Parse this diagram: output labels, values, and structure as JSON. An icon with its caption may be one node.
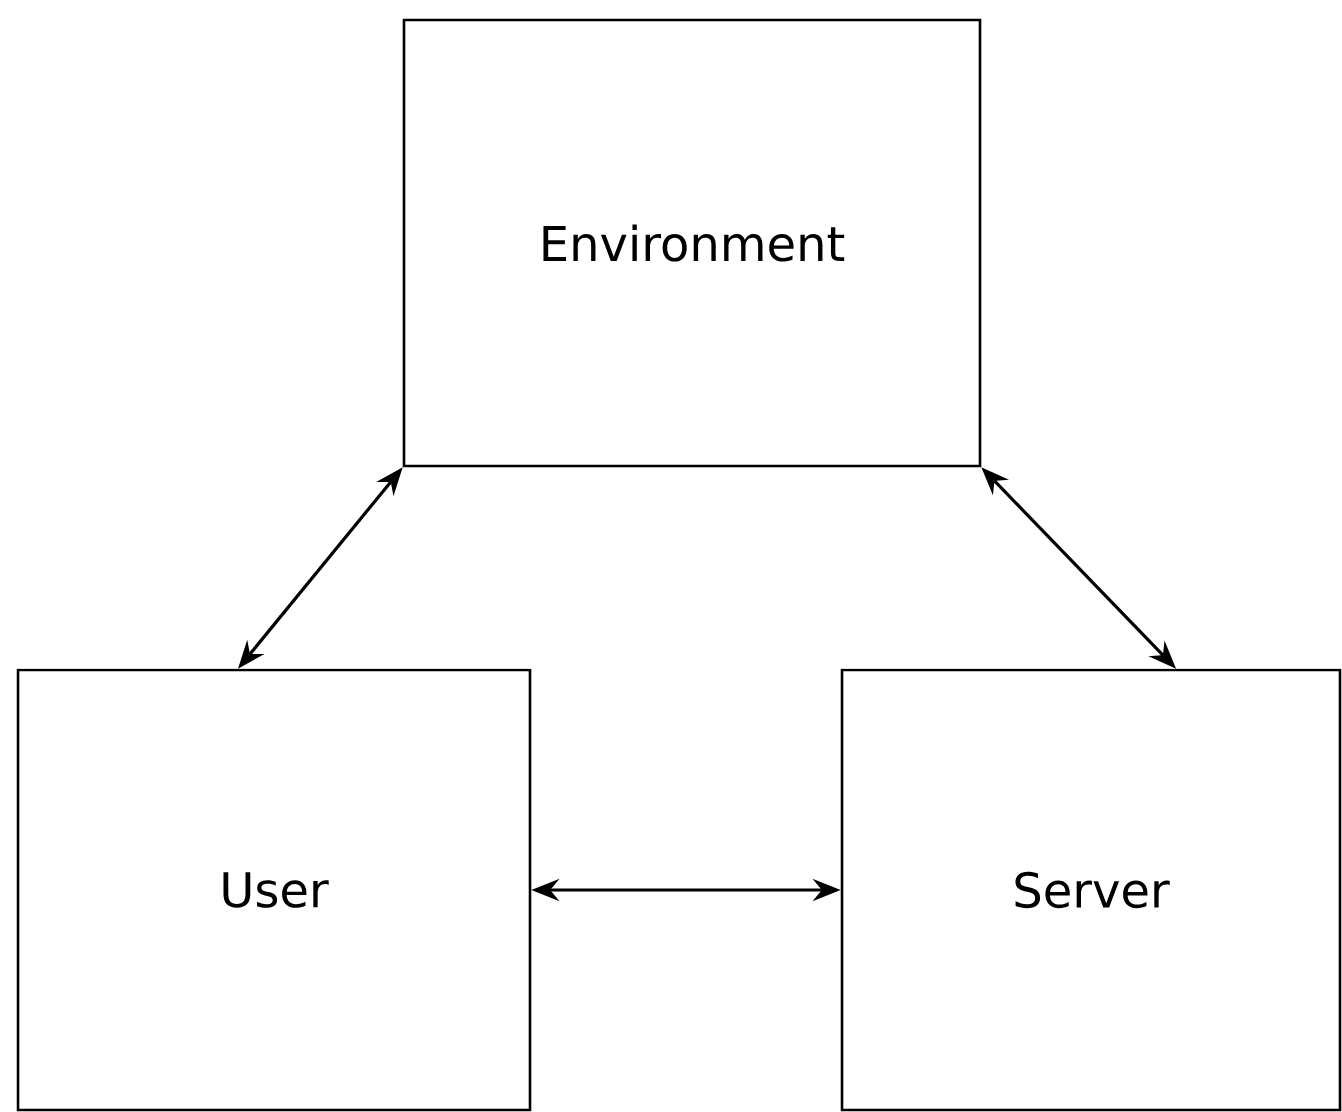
{
  "diagram": {
    "nodes": [
      {
        "text": [
          "Environment"
        ]
      },
      {
        "text": [
          "User"
        ]
      },
      {
        "text": [
          "Server"
        ]
      }
    ],
    "edges": [
      {
        "from": 0,
        "to": 1,
        "arrow": "both"
      },
      {
        "from": 0,
        "to": 2,
        "arrow": "both"
      },
      {
        "from": 1,
        "to": 2,
        "arrow": "both"
      }
    ]
  }
}
